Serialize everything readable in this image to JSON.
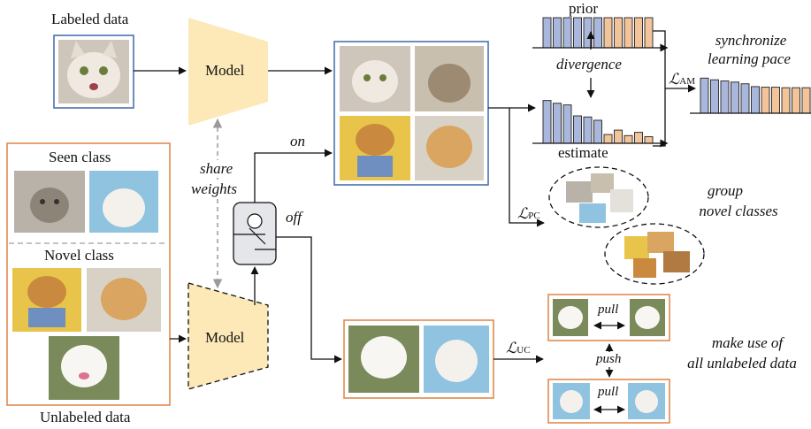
{
  "labels": {
    "labeled_data": "Labeled data",
    "unlabeled_data": "Unlabeled data",
    "seen_class": "Seen class",
    "novel_class": "Novel class",
    "model_top": "Model",
    "model_bottom": "Model",
    "share": "share",
    "weights": "weights",
    "on": "on",
    "off": "off",
    "prior": "prior",
    "divergence": "divergence",
    "estimate": "estimate",
    "synchronize": "synchronize",
    "learning_pace": "learning pace",
    "group": "group",
    "novel_classes": "novel classes",
    "make_use_of": "make use of",
    "all_unlabeled_data": "all unlabeled data",
    "pull_1": "pull",
    "pull_2": "pull",
    "push": "push",
    "loss_am_sym": "ℒ",
    "loss_am_sub": "AM",
    "loss_pc_sym": "ℒ",
    "loss_pc_sub": "PC",
    "loss_uc_sym": "ℒ",
    "loss_uc_sub": "UC"
  },
  "colors": {
    "blue_box": "#4a72b0",
    "orange_box": "#e08a4e",
    "model_fill": "#fde9b8",
    "bar_blue": "#a9b7dc",
    "bar_orange": "#f3c39a",
    "switch_fill": "#e4e6ea",
    "gray_arrow": "#9a9a9a",
    "cat_white": "#f0ece6",
    "cat_tabby": "#b8a890",
    "dog_golden": "#d9a560",
    "dog_brown": "#b07a42",
    "bg_yellow": "#e8c54a",
    "bg_sky": "#8fc3e0",
    "bg_grass": "#7a8a5a"
  },
  "icons": [
    "model-trapezoid-icon",
    "switch-icon",
    "bar-chart-icon",
    "cat-photo-icon",
    "dog-photo-icon"
  ],
  "bar_charts": {
    "prior": [
      1,
      1,
      1,
      1,
      1,
      1,
      1,
      1,
      1,
      1,
      1
    ],
    "estimate": [
      0.78,
      0.73,
      0.7,
      0.5,
      0.48,
      0.42,
      0.16,
      0.24,
      0.14,
      0.2,
      0.12
    ],
    "synchronized": [
      0.62,
      0.59,
      0.57,
      0.55,
      0.52,
      0.47,
      0.46,
      0.46,
      0.45,
      0.45,
      0.45
    ],
    "blue_count": 6
  }
}
